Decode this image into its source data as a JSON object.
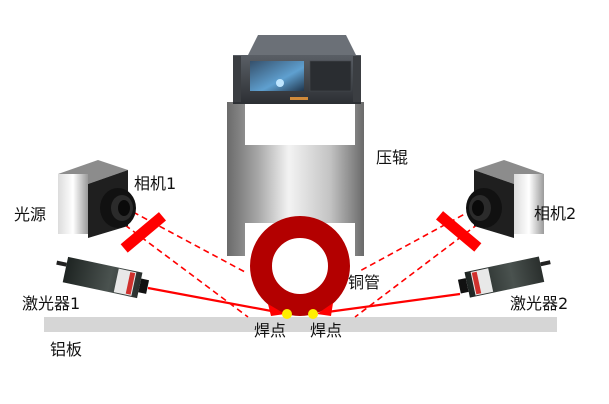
{
  "labels": {
    "light_source": "光源",
    "camera1": "相机1",
    "camera2": "相机2",
    "laser1": "激光器1",
    "laser2": "激光器2",
    "press_roller": "压辊",
    "copper_tube": "铜管",
    "weld_point_left": "焊点",
    "weld_point_right": "焊点",
    "aluminum_plate": "铝板"
  },
  "colors": {
    "laser_red": "#ff0000",
    "tube_red": "#b30000",
    "weld_yellow": "#ffee00",
    "plate_gray": "#d6d6d6",
    "roller_dark": "#6e6e6e",
    "roller_light": "#f2f2f2"
  },
  "components": [
    {
      "id": "industrial-pc",
      "desc": "rack-mount controller with display"
    },
    {
      "id": "press-roller",
      "desc": "gray roller frame"
    },
    {
      "id": "copper-tube",
      "desc": "red ring cross-section"
    },
    {
      "id": "aluminum-plate",
      "desc": "gray base plate"
    },
    {
      "id": "camera-1",
      "desc": "left camera with filter"
    },
    {
      "id": "camera-2",
      "desc": "right camera with filter"
    },
    {
      "id": "laser-1",
      "desc": "left laser emitter"
    },
    {
      "id": "laser-2",
      "desc": "right laser emitter"
    },
    {
      "id": "weld-points",
      "desc": "two yellow weld dots"
    }
  ]
}
